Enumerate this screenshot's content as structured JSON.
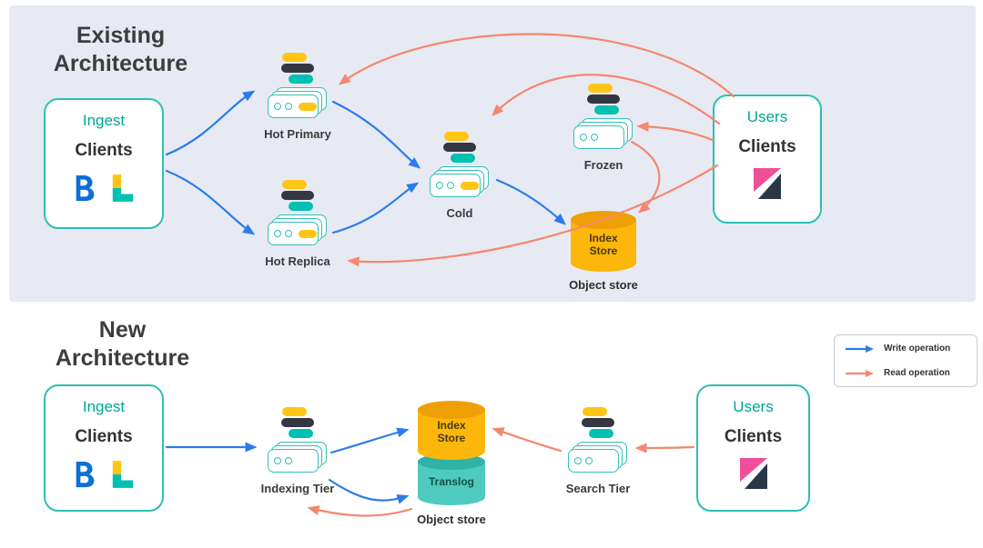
{
  "sections": {
    "existing": {
      "title_line1": "Existing",
      "title_line2": "Architecture",
      "ingest": {
        "label": "Ingest",
        "client": "Clients"
      },
      "nodes": {
        "hot_primary": {
          "label": "Hot Primary"
        },
        "hot_replica": {
          "label": "Hot Replica"
        },
        "cold": {
          "label": "Cold"
        },
        "frozen": {
          "label": "Frozen"
        }
      },
      "object_store": {
        "store_line1": "Index",
        "store_line2": "Store",
        "caption": "Object store"
      },
      "users": {
        "label": "Users",
        "client": "Clients"
      }
    },
    "new_arch": {
      "title_line1": "New",
      "title_line2": "Architecture",
      "ingest": {
        "label": "Ingest",
        "client": "Clients"
      },
      "nodes": {
        "indexing_tier": {
          "label": "Indexing Tier"
        },
        "search_tier": {
          "label": "Search Tier"
        }
      },
      "object_store": {
        "store_line1": "Index",
        "store_line2": "Store",
        "translog": "Translog",
        "caption": "Object store"
      },
      "users": {
        "label": "Users",
        "client": "Clients"
      }
    }
  },
  "legend": {
    "write": "Write operation",
    "read": "Read operation"
  },
  "colors": {
    "write_arrow": "#2b7ceb",
    "read_arrow": "#f4876f",
    "elastic_yellow": "#fec514",
    "elastic_dark": "#343741",
    "elastic_teal": "#00bfb3",
    "box_border": "#2cbfb4",
    "teal_text": "#00a596",
    "band_background": "#e7eaf2",
    "index_store_yellow": "#fcb70a",
    "translog_teal": "#4ecabe",
    "kibana_pink": "#f04e98",
    "beats_blue": "#0d6fd8"
  }
}
